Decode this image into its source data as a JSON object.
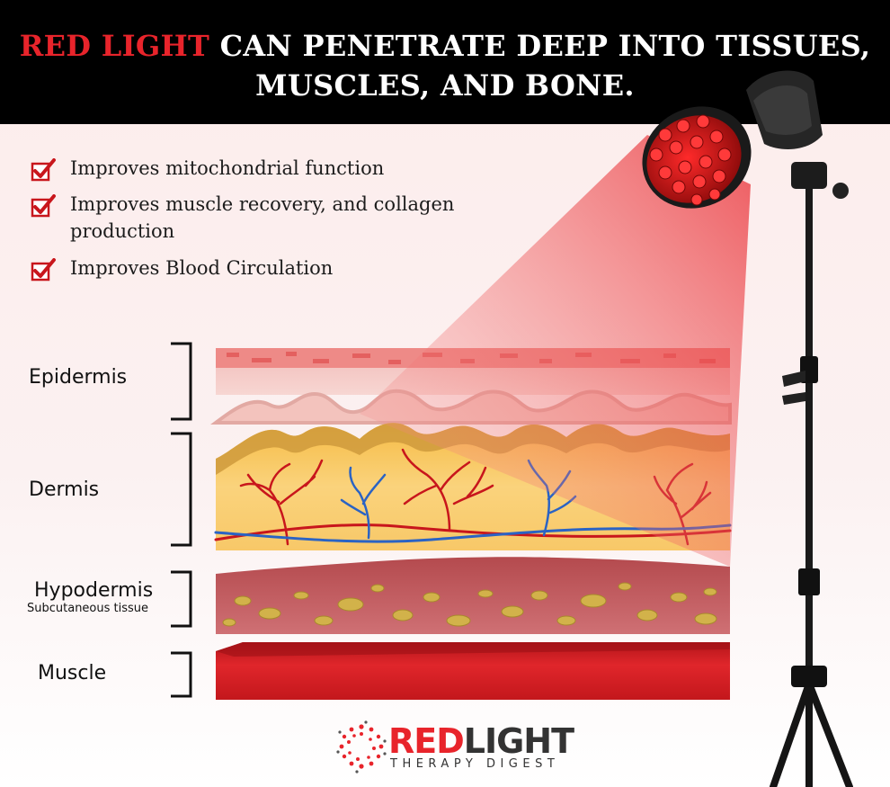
{
  "header": {
    "line1_red": "RED LIGHT",
    "line1_rest": " CAN PENETRATE DEEP INTO TISSUES,",
    "line2": "MUSCLES, AND BONE."
  },
  "benefits": [
    {
      "text": "Improves mitochondrial function"
    },
    {
      "text": "Improves muscle recovery, and collagen",
      "text2": "production"
    },
    {
      "text": "Improves Blood Circulation"
    }
  ],
  "layers": {
    "epidermis": "Epidermis",
    "dermis": "Dermis",
    "hypodermis": "Hypodermis",
    "hypodermis_sub": "Subcutaneous tissue",
    "muscle": "Muscle"
  },
  "logo": {
    "red": "RED",
    "dark": "LIGHT",
    "sub": "THERAPY DIGEST"
  },
  "colors": {
    "accent": "#e8242b",
    "header_bg": "#000000",
    "muscle": "#d01a1f",
    "dermis": "#f7c45a",
    "artery": "#c8161c",
    "vein": "#2a63c4"
  }
}
